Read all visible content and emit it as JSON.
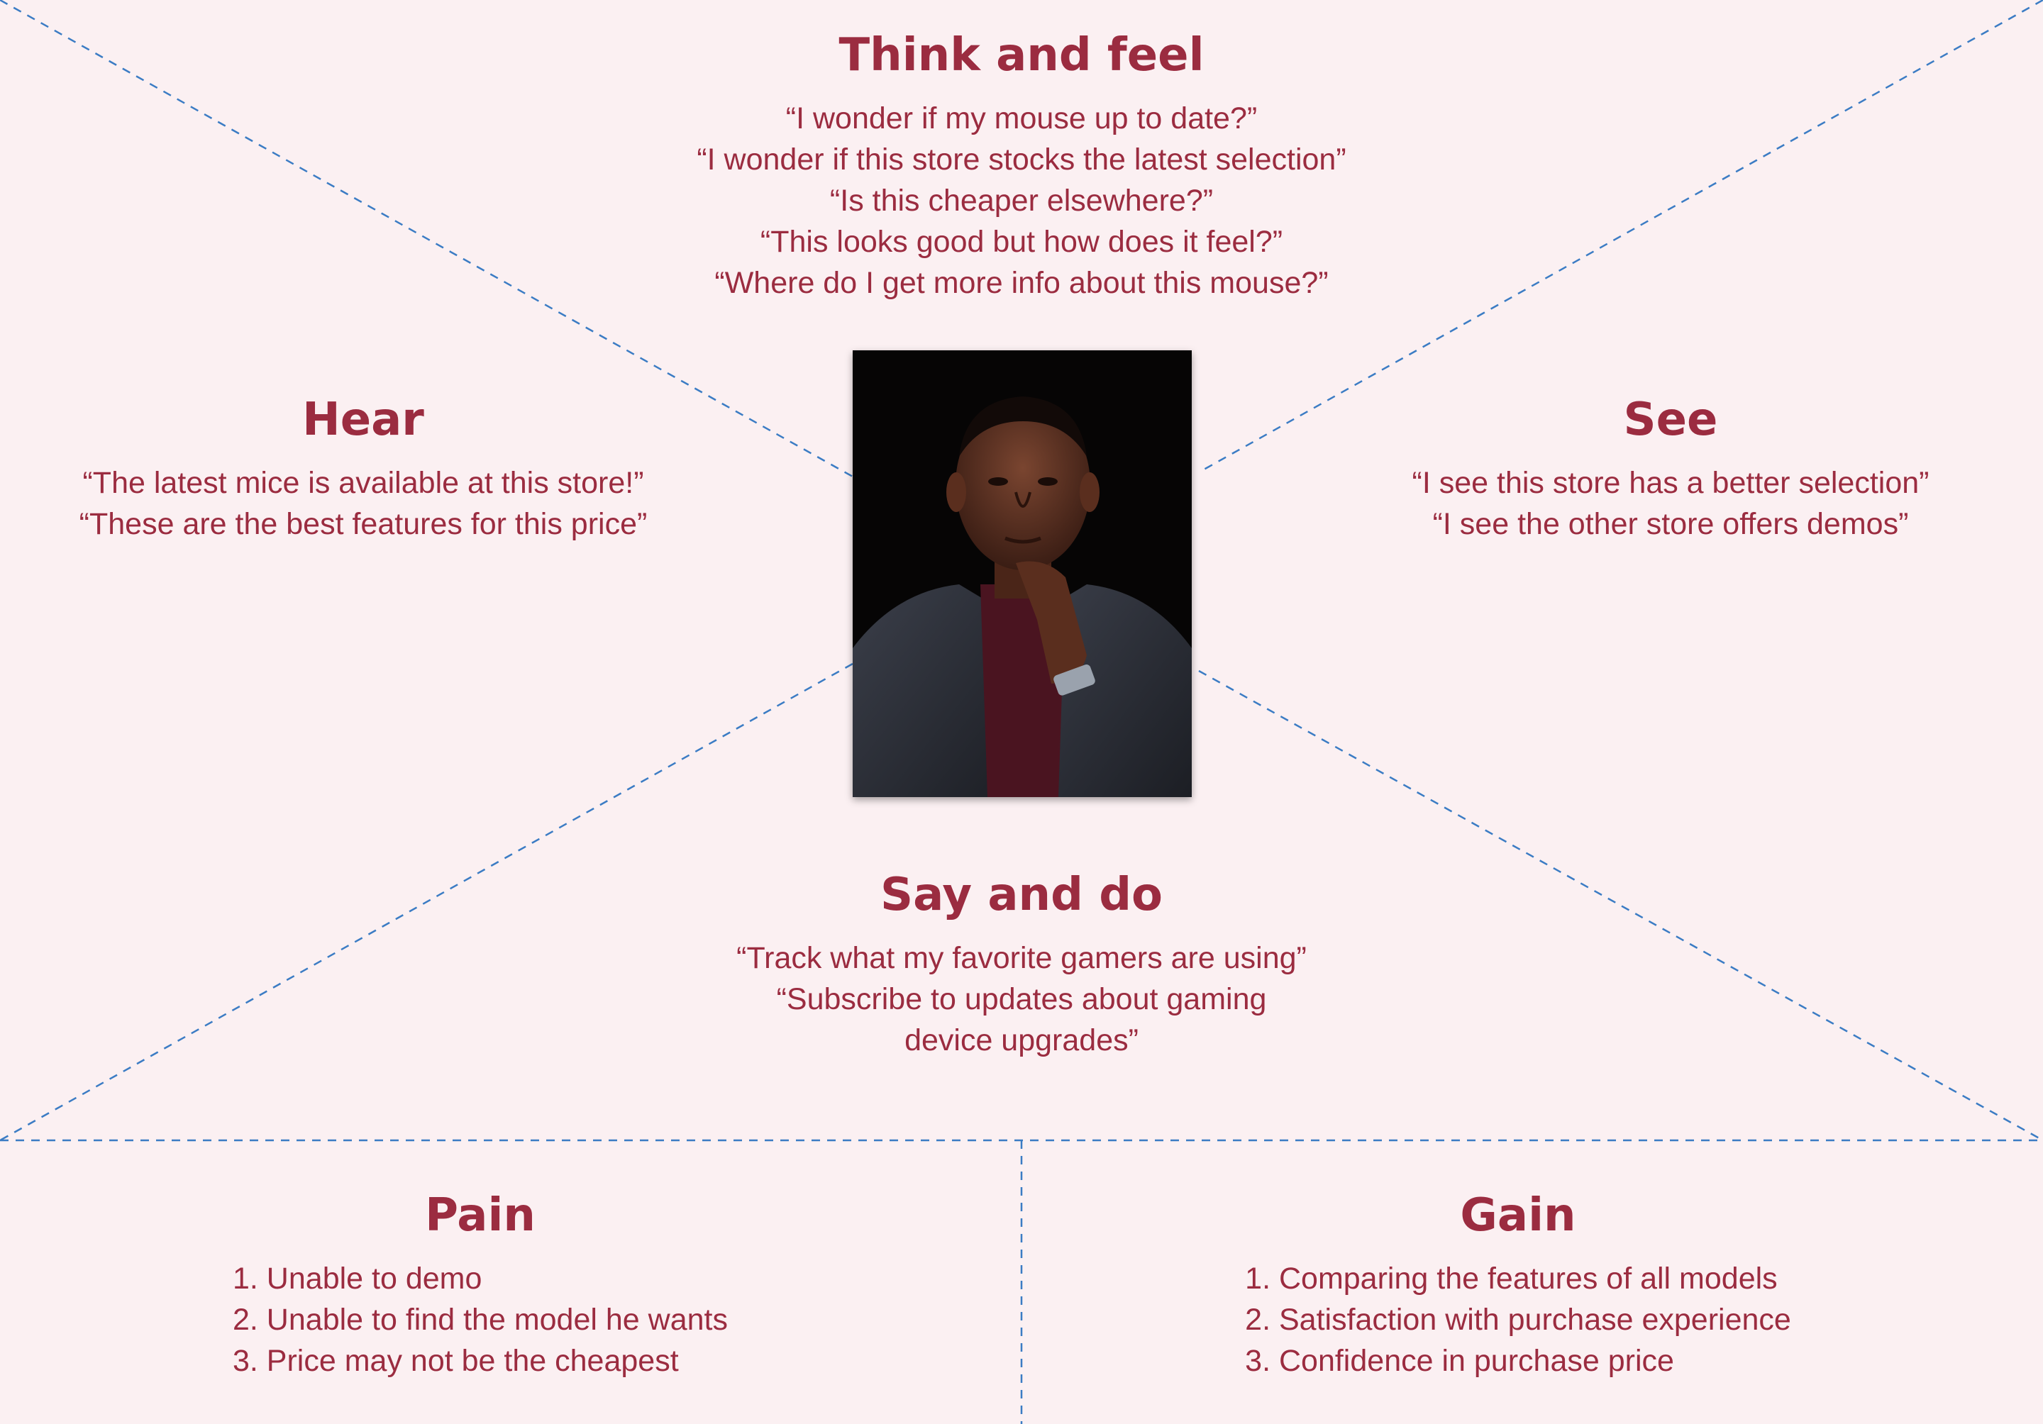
{
  "think": {
    "heading": "Think and feel",
    "lines": [
      "“I wonder if my mouse up to date?”",
      "“I wonder if this store stocks the latest selection”",
      "“Is this cheaper elsewhere?”",
      "“This looks good but how does it feel?”",
      "“Where do I get more info about this mouse?”"
    ]
  },
  "hear": {
    "heading": "Hear",
    "lines": [
      "“The latest mice is available at this store!”",
      "“These are the best features for this price”"
    ]
  },
  "see": {
    "heading": "See",
    "lines": [
      "“I see this store has a better selection”",
      "“I see the other store offers demos”"
    ]
  },
  "say": {
    "heading": "Say and do",
    "lines": [
      "“Track what my favorite gamers are using”",
      "“Subscribe to updates about gaming",
      "device upgrades”"
    ]
  },
  "pain": {
    "heading": "Pain",
    "items": [
      "1. Unable to demo",
      "2. Unable to find the model he wants",
      "3. Price may not be the cheapest"
    ]
  },
  "gain": {
    "heading": "Gain",
    "items": [
      "1. Comparing the features of all models",
      "2. Satisfaction with purchase experience",
      "3. Confidence in purchase price"
    ]
  },
  "colors": {
    "background": "#fbf0f2",
    "text": "#9b2c40",
    "divider": "#3b7cc4"
  }
}
